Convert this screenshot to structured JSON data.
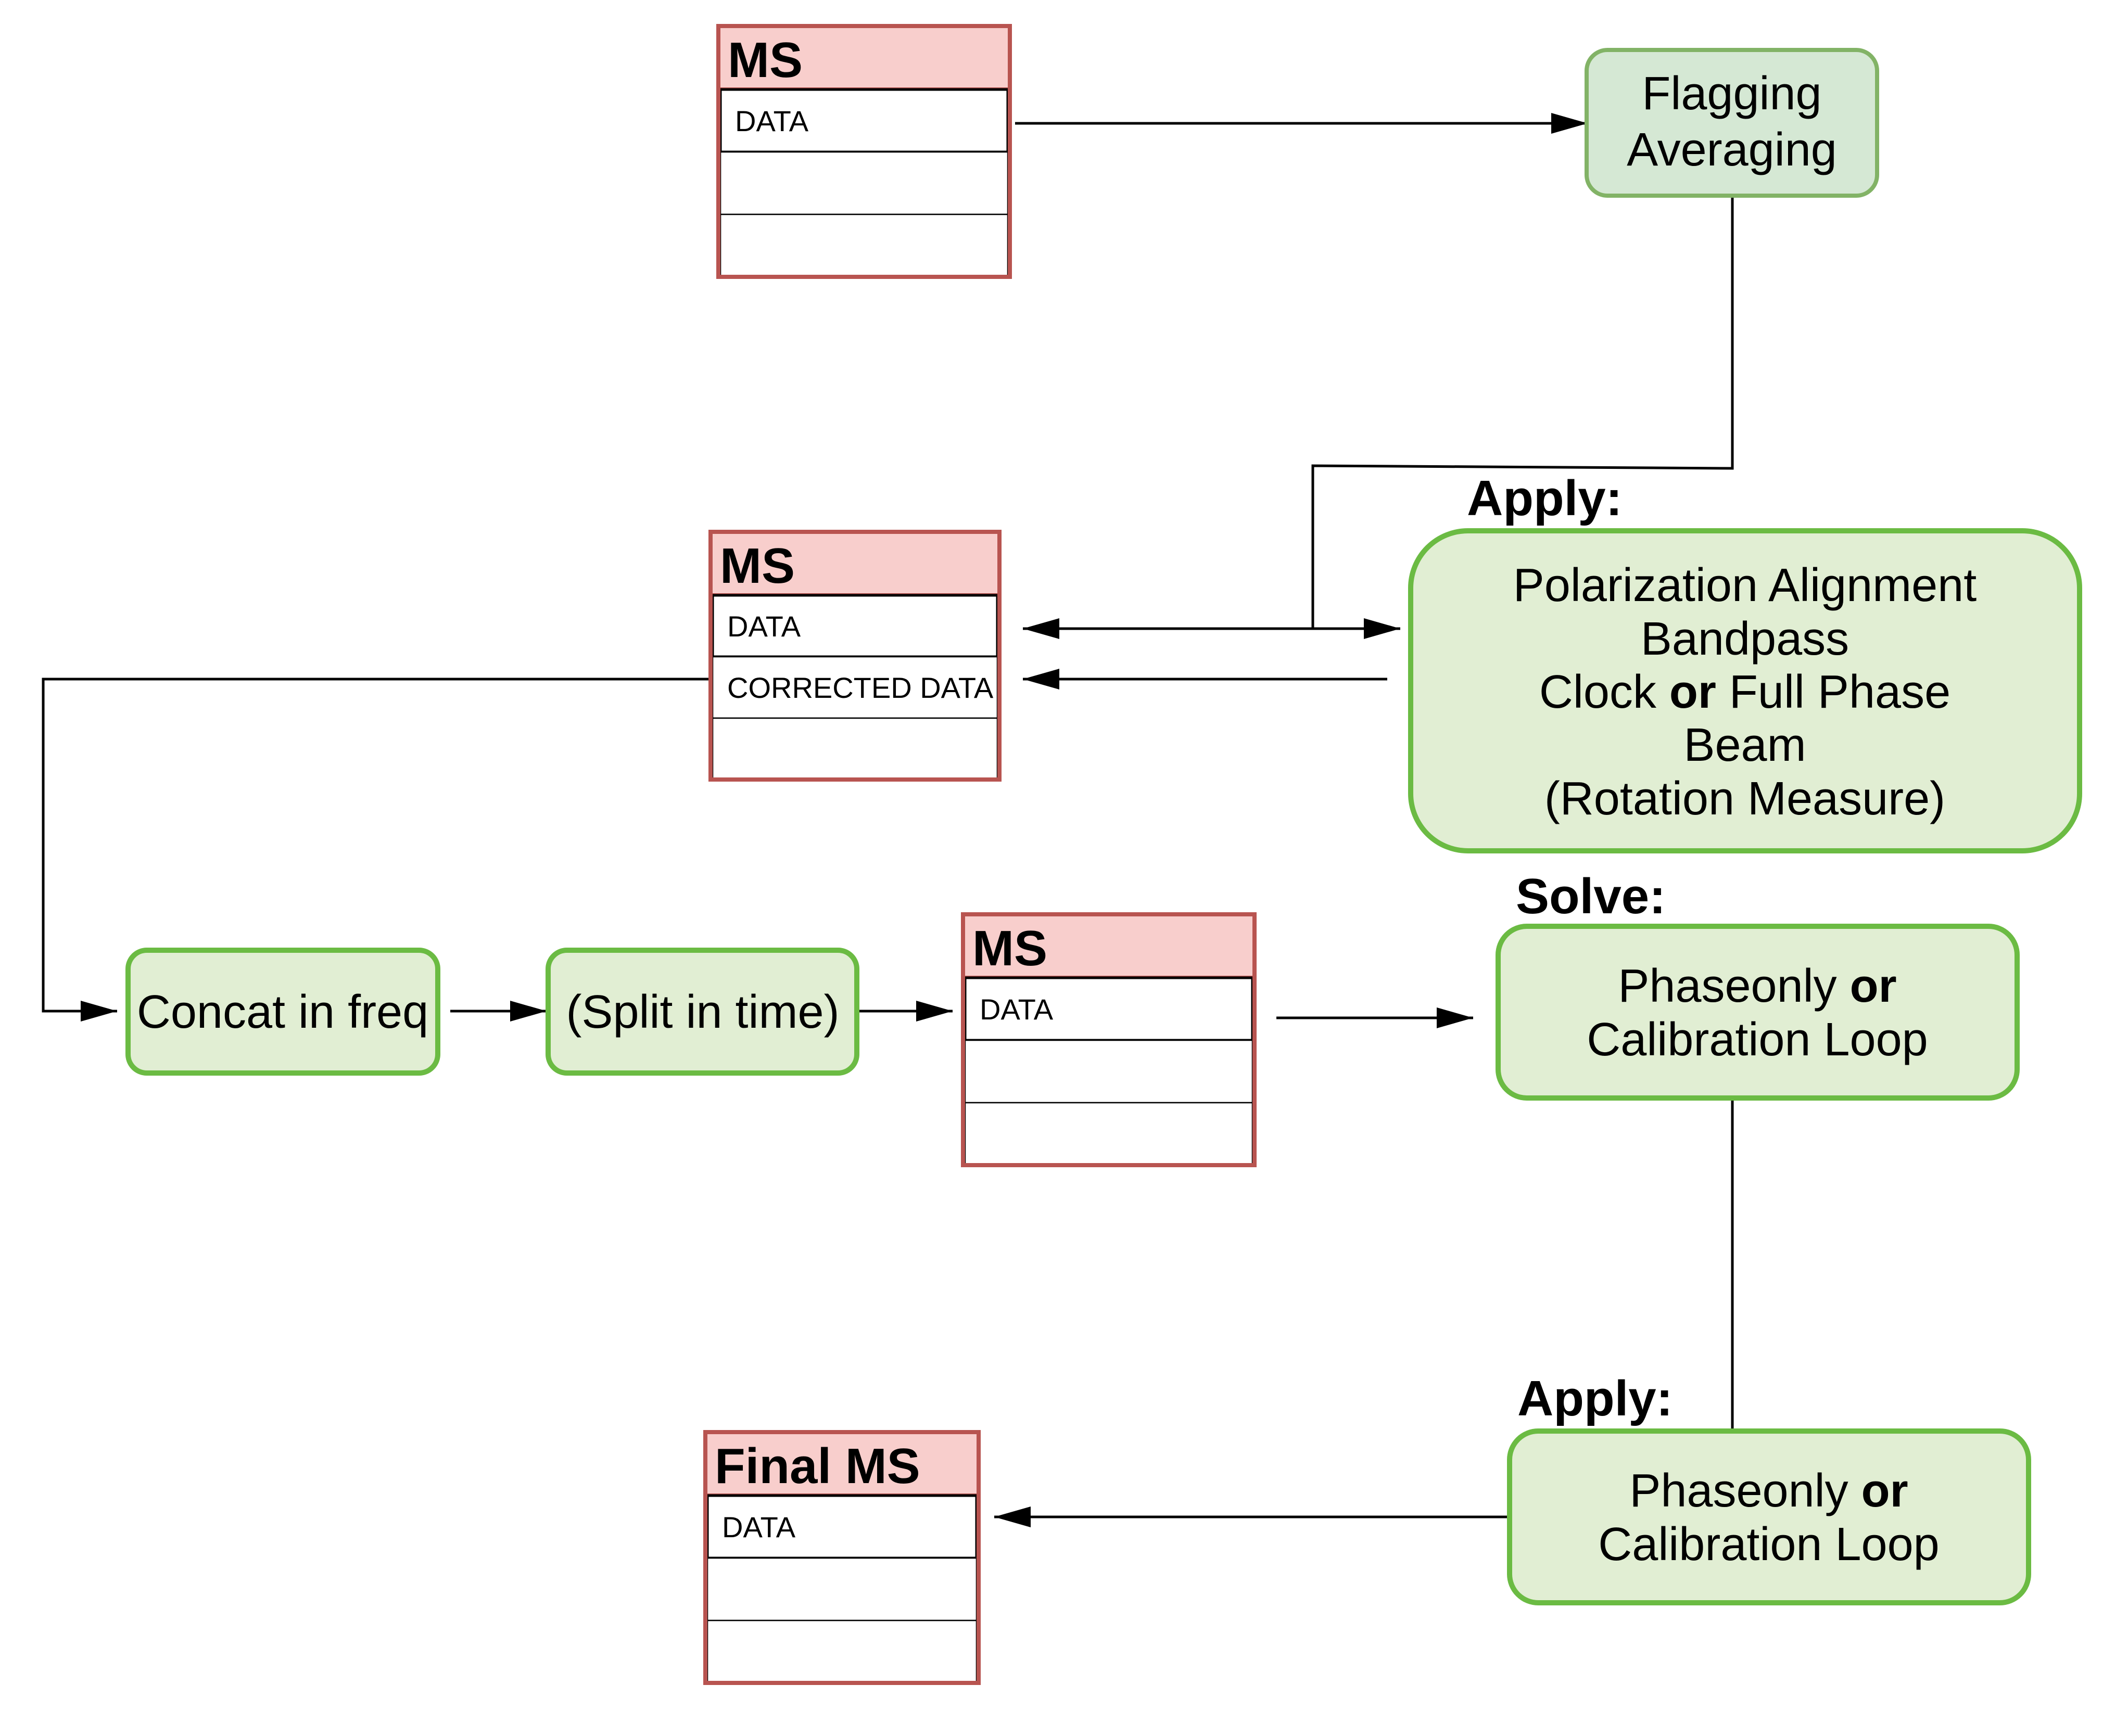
{
  "colors": {
    "ms_header_fill": "#f8cecc",
    "ms_border": "#b85450",
    "process_fill": "#e1eed3",
    "process_fill_alt": "#d5e8d4",
    "process_border": "#6bbb43",
    "line": "#000000"
  },
  "ms_tables": {
    "ms1": {
      "header": "MS",
      "fields": [
        "DATA",
        "",
        ""
      ]
    },
    "ms2": {
      "header": "MS",
      "fields": [
        "DATA",
        "CORRECTED DATA",
        ""
      ]
    },
    "ms3": {
      "header": "MS",
      "fields": [
        "DATA",
        "",
        ""
      ]
    },
    "ms_final": {
      "header": "Final MS",
      "fields": [
        "DATA",
        "",
        ""
      ]
    }
  },
  "process_nodes": {
    "flagging": {
      "lines": [
        "Flagging",
        "Averaging"
      ]
    },
    "apply_main": {
      "lines": [
        "Polarization Alignment",
        "Bandpass",
        "Clock ",
        "or",
        " Full Phase",
        "Beam",
        "(Rotation Measure)"
      ]
    },
    "concat": {
      "lines": [
        "Concat in freq"
      ]
    },
    "split": {
      "lines": [
        "(Split in time)"
      ]
    },
    "solve_node": {
      "lines": [
        "Phaseonly ",
        "or",
        "Calibration Loop"
      ]
    },
    "apply_node": {
      "lines": [
        "Phaseonly ",
        "or",
        "Calibration Loop"
      ]
    }
  },
  "labels": {
    "apply_top": "Apply:",
    "solve": "Solve:",
    "apply_bottom": "Apply:"
  }
}
